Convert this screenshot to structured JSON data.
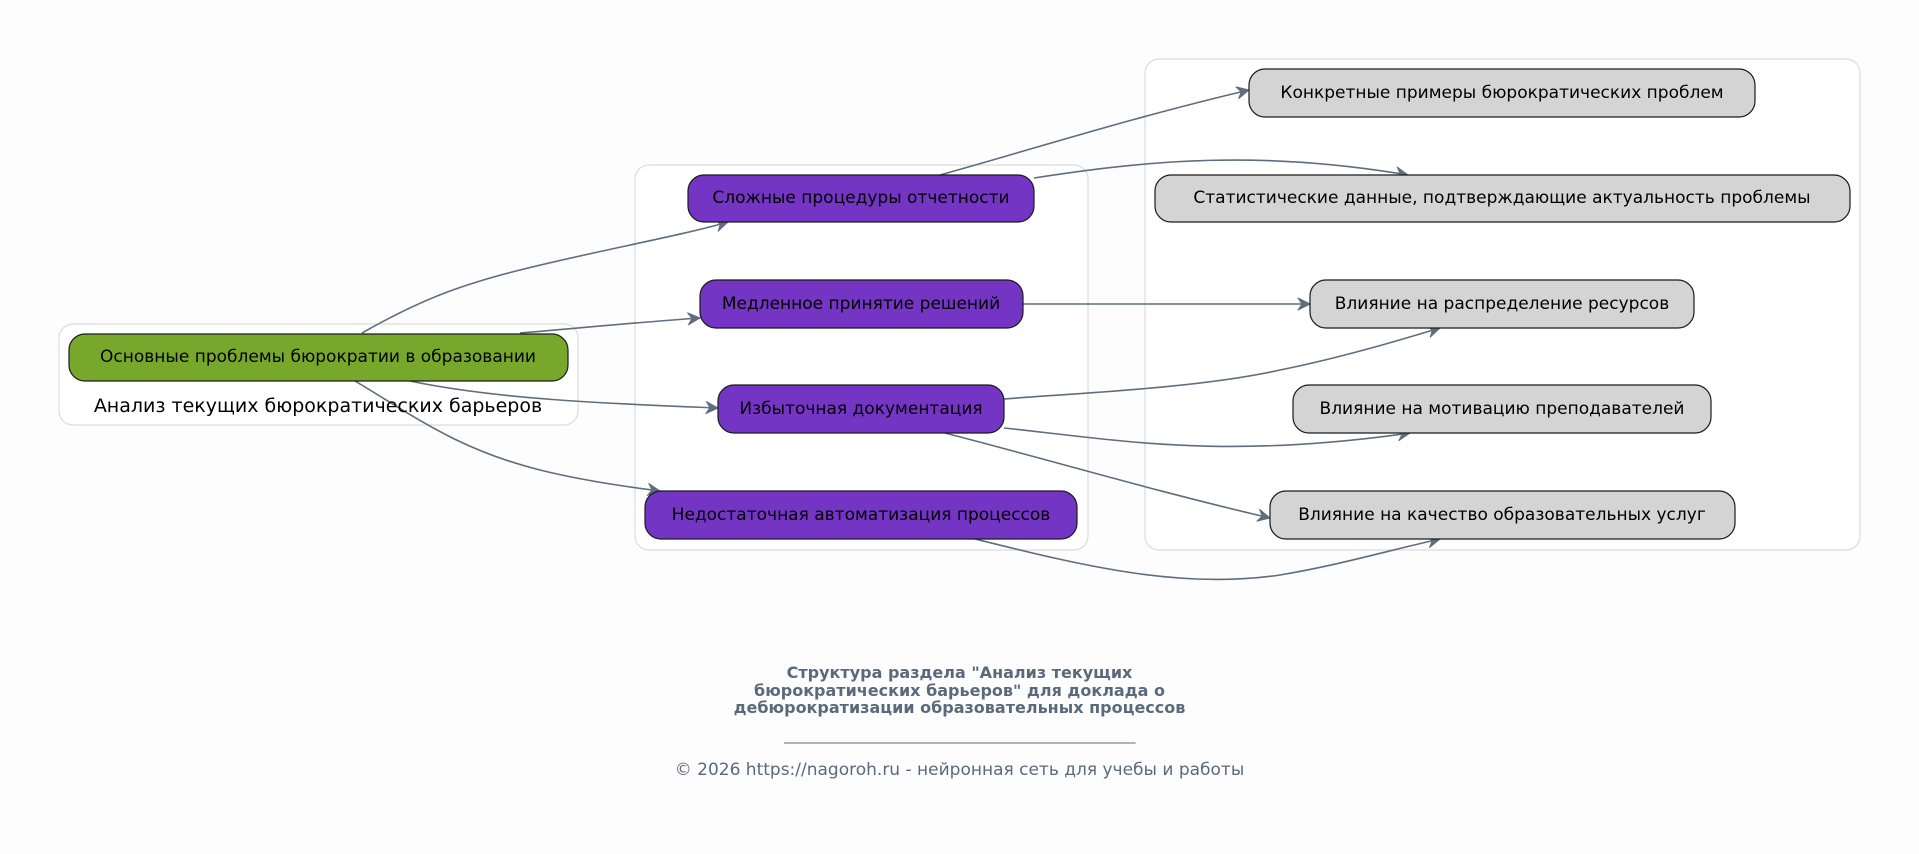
{
  "diagram": {
    "clusters": [
      {
        "id": "cluster-root",
        "label": "Анализ текущих бюрократических барьеров"
      },
      {
        "id": "cluster-problems",
        "label": ""
      },
      {
        "id": "cluster-effects",
        "label": ""
      }
    ],
    "nodes": [
      {
        "id": "root",
        "label": "Основные проблемы бюрократии в образовании",
        "kind": "root",
        "color": "#78a82b"
      },
      {
        "id": "reporting",
        "label": "Сложные процедуры отчетности",
        "kind": "mid",
        "color": "#7434c4"
      },
      {
        "id": "decisions",
        "label": "Медленное принятие решений",
        "kind": "mid",
        "color": "#7434c4"
      },
      {
        "id": "docs",
        "label": "Избыточная документация",
        "kind": "mid",
        "color": "#7434c4"
      },
      {
        "id": "automation",
        "label": "Недостаточная автоматизация процессов",
        "kind": "mid",
        "color": "#7434c4"
      },
      {
        "id": "examples",
        "label": "Конкретные примеры бюрократических проблем",
        "kind": "leaf",
        "color": "#d4d4d4"
      },
      {
        "id": "stats",
        "label": "Статистические данные, подтверждающие актуальность проблемы",
        "kind": "leaf",
        "color": "#d4d4d4"
      },
      {
        "id": "resources",
        "label": "Влияние на распределение ресурсов",
        "kind": "leaf",
        "color": "#d4d4d4"
      },
      {
        "id": "motivation",
        "label": "Влияние на мотивацию преподавателей",
        "kind": "leaf",
        "color": "#d4d4d4"
      },
      {
        "id": "quality",
        "label": "Влияние на качество образовательных услуг",
        "kind": "leaf",
        "color": "#d4d4d4"
      }
    ],
    "edges": [
      {
        "from": "root",
        "to": "reporting"
      },
      {
        "from": "root",
        "to": "decisions"
      },
      {
        "from": "root",
        "to": "docs"
      },
      {
        "from": "root",
        "to": "automation"
      },
      {
        "from": "reporting",
        "to": "examples"
      },
      {
        "from": "reporting",
        "to": "stats"
      },
      {
        "from": "decisions",
        "to": "resources"
      },
      {
        "from": "docs",
        "to": "resources"
      },
      {
        "from": "docs",
        "to": "motivation"
      },
      {
        "from": "docs",
        "to": "quality"
      },
      {
        "from": "automation",
        "to": "quality"
      }
    ],
    "edge_color": "#5e6e7e"
  },
  "caption": {
    "title_lines": [
      "Структура раздела \"Анализ текущих",
      "бюрократических барьеров\" для доклада о",
      "дебюрократизации образовательных процессов"
    ],
    "rule": "______________________________________________________",
    "copyright": "© 2026 https://nagoroh.ru - нейронная сеть для учебы и работы",
    "text_color": "#5a6a7c"
  }
}
